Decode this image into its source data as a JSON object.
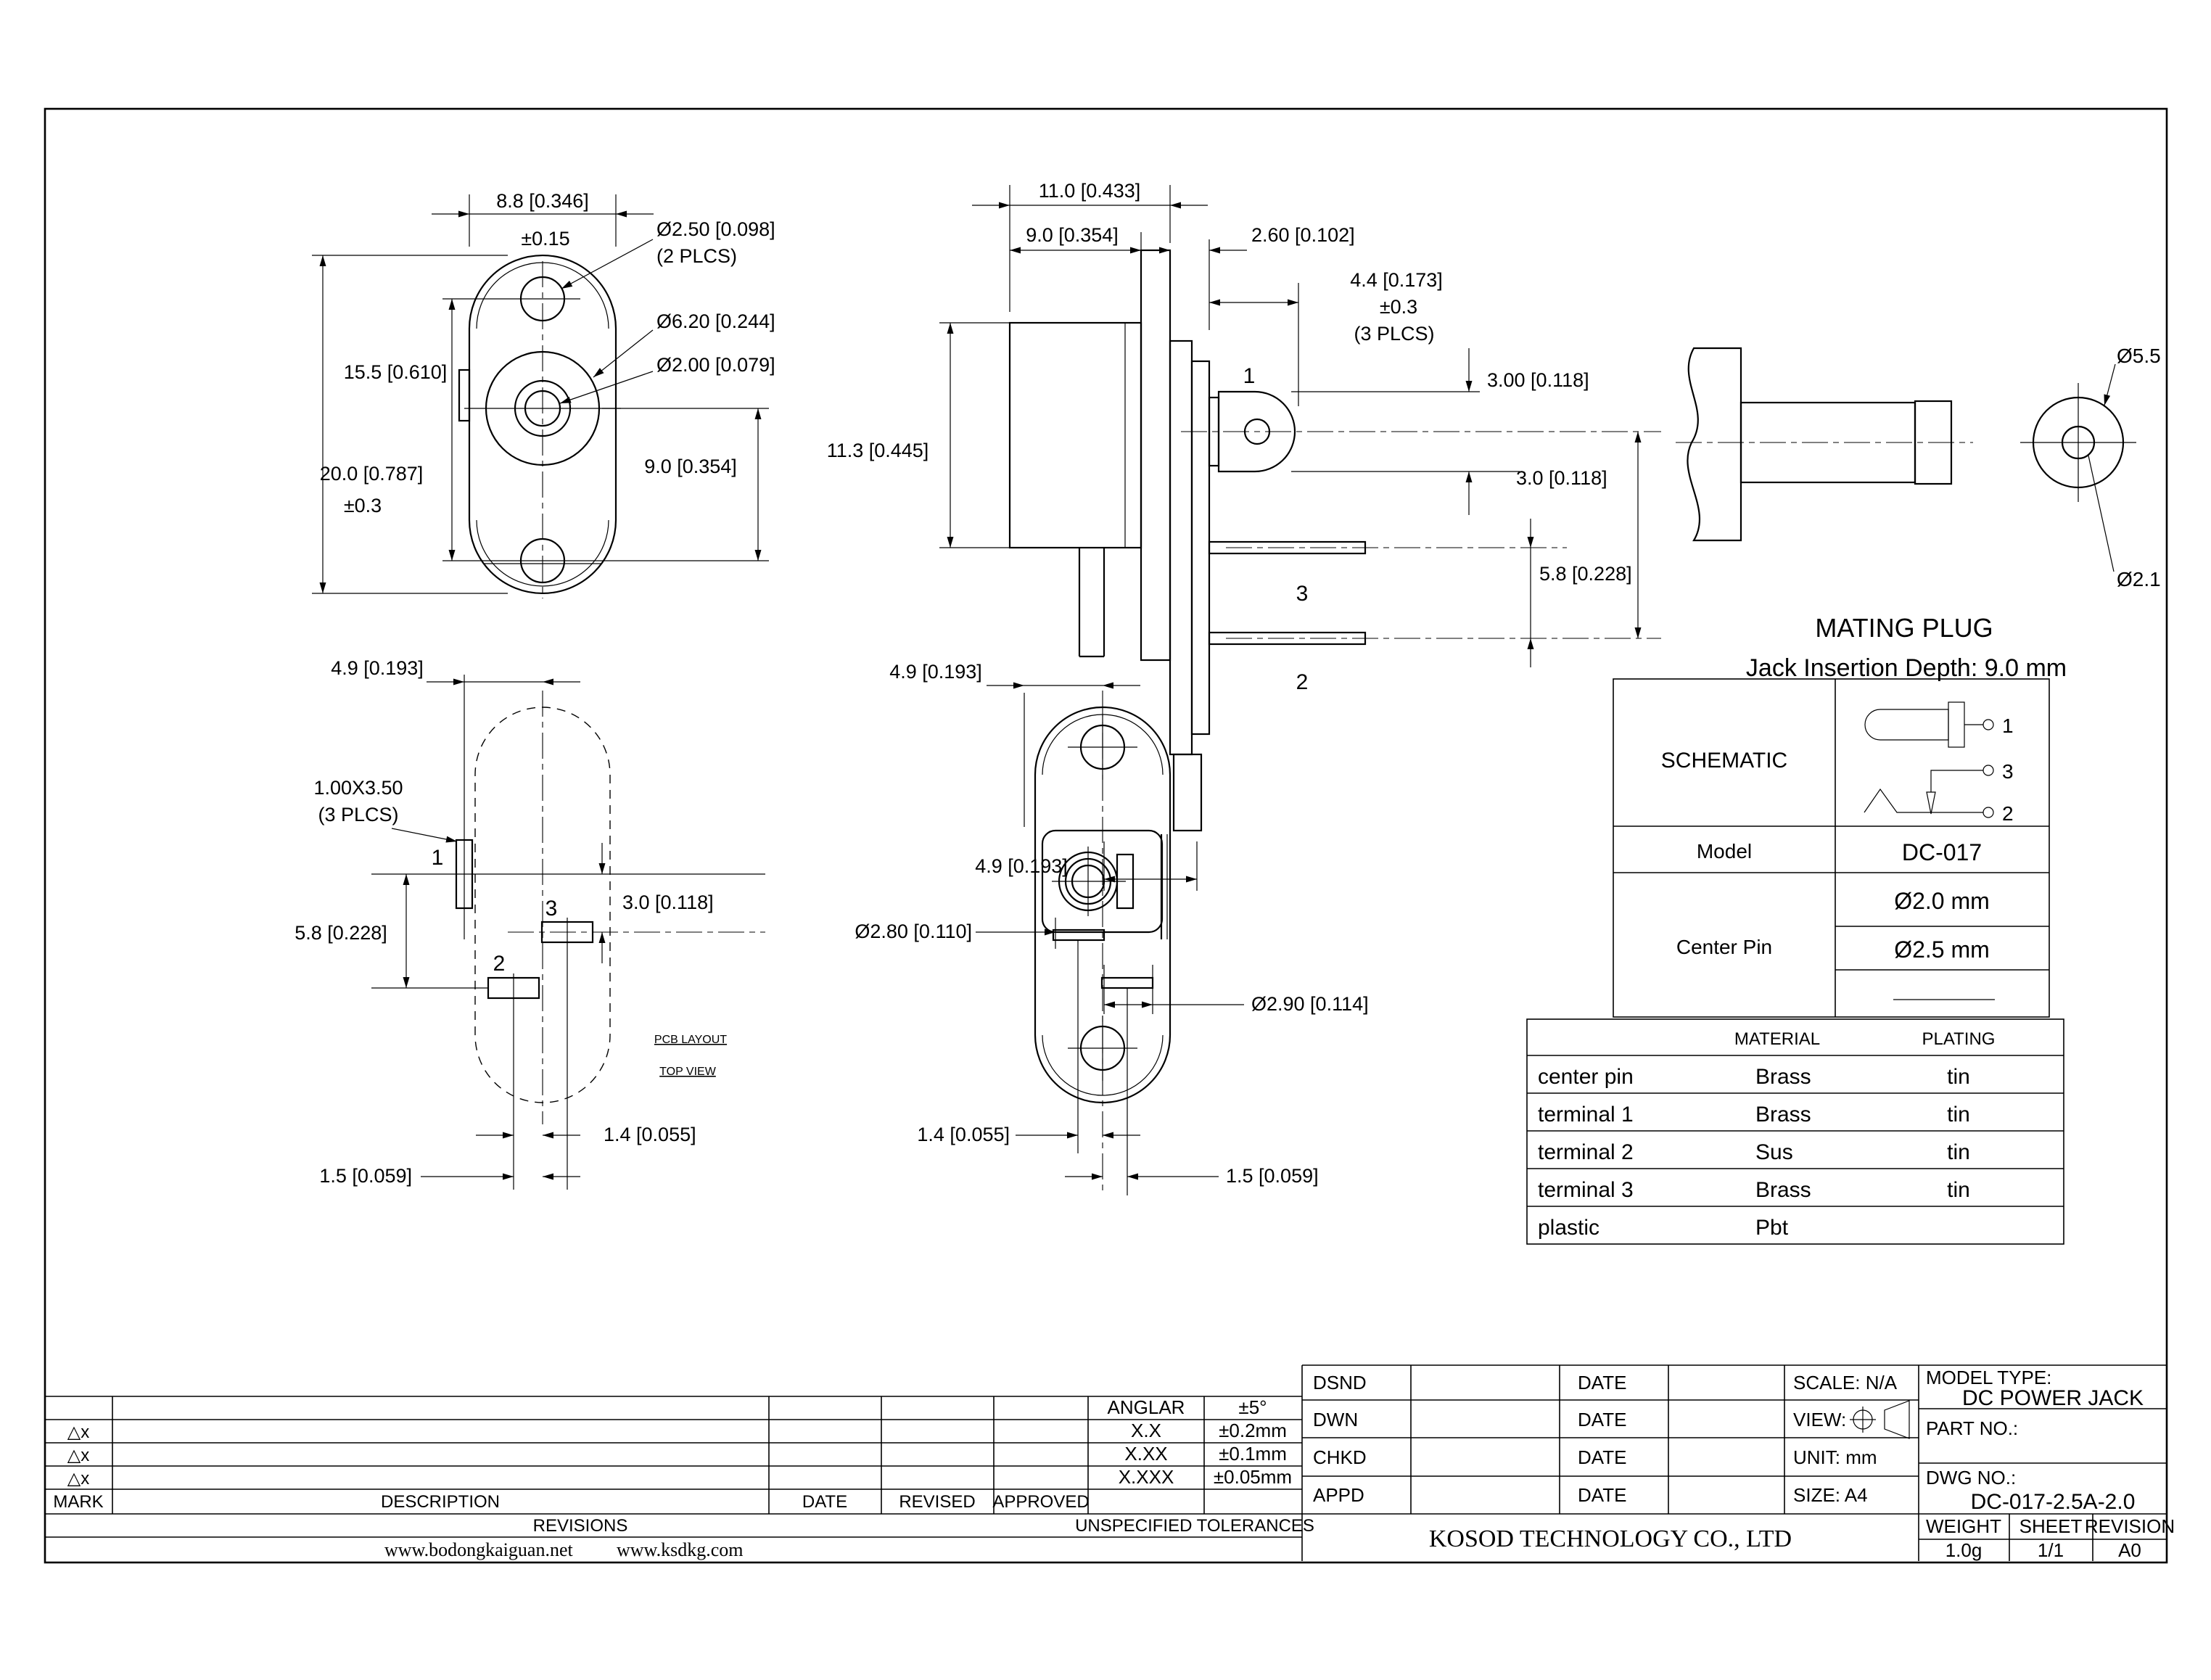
{
  "fv": {
    "dim_width": "8.8 [0.346]",
    "dim_width_tol": "±0.15",
    "dia_hole": "Ø2.50 [0.098]",
    "dia_hole_note": "(2 PLCS)",
    "dia_barrel": "Ø6.20 [0.244]",
    "dia_pin": "Ø2.00 [0.079]",
    "dim_hole_span": "15.5 [0.610]",
    "dim_height": "20.0 [0.787]",
    "dim_height_tol": "±0.3",
    "dim_axis_hole": "9.0 [0.354]"
  },
  "sv": {
    "dim_total_w": "11.0 [0.433]",
    "dim_body_w": "9.0 [0.354]",
    "dim_flange_w": "2.60 [0.102]",
    "dim_term_len": "4.4 [0.173]",
    "dim_term_tol": "±0.3",
    "dim_term_note": "(3 PLCS)",
    "dim_lug_up": "3.00 [0.118]",
    "dim_lug_dn": "3.0 [0.118]",
    "dim_pin_span": "5.8 [0.228]",
    "dim_height": "11.3 [0.445]",
    "dim_peg": "4.9 [0.193]",
    "pin1": "1",
    "pin2": "2",
    "pin3": "3"
  },
  "mp": {
    "dia_outer": "Ø5.5",
    "dia_inner": "Ø2.1",
    "title": "MATING PLUG",
    "subtitle": "Jack Insertion Depth: 9.0 mm"
  },
  "pcb": {
    "dim_offset": "4.9 [0.193]",
    "pad_size": "1.00X3.50",
    "pad_note": "(3 PLCS)",
    "dim_v": "5.8 [0.228]",
    "dim_h": "3.0 [0.118]",
    "dim_left": "1.5 [0.059]",
    "dim_right": "1.4 [0.055]",
    "pin1": "1",
    "pin2": "2",
    "pin3": "3",
    "cap1": "PCB LAYOUT",
    "cap2": "TOP VIEW"
  },
  "bv": {
    "dim_offset": "4.9 [0.193]",
    "dia_a": "Ø2.80 [0.110]",
    "dia_b": "Ø2.90 [0.114]",
    "dim_left": "1.4 [0.055]",
    "dim_right": "1.5 [0.059]"
  },
  "spec": {
    "schematic": "SCHEMATIC",
    "model_label": "Model",
    "model": "DC-017",
    "center_pin": "Center Pin",
    "pin_a": "Ø2.0 mm",
    "pin_b": "Ø2.5 mm",
    "p1": "1",
    "p2": "2",
    "p3": "3"
  },
  "mat": {
    "h_material": "MATERIAL",
    "h_plating": "PLATING",
    "rows": [
      [
        "center pin",
        "Brass",
        "tin"
      ],
      [
        "terminal 1",
        "Brass",
        "tin"
      ],
      [
        "terminal 2",
        "Sus",
        "tin"
      ],
      [
        "terminal 3",
        "Brass",
        "tin"
      ],
      [
        "plastic",
        "Pbt",
        ""
      ]
    ]
  },
  "tb": {
    "rows": [
      {
        "label": "DSND",
        "date": "DATE"
      },
      {
        "label": "DWN",
        "date": "DATE"
      },
      {
        "label": "CHKD",
        "date": "DATE"
      },
      {
        "label": "APPD",
        "date": "DATE"
      }
    ],
    "scale": "SCALE: N/A",
    "view": "VIEW:",
    "unit": "UNIT: mm",
    "size": "SIZE: A4",
    "model_type_label": "MODEL TYPE:",
    "model_type": "DC POWER JACK",
    "part_no_label": "PART NO.:",
    "dwg_no_label": "DWG NO.:",
    "dwg_no": "DC-017-2.5A-2.0",
    "weight_label": "WEIGHT",
    "sheet_label": "SHEET",
    "revision_label": "REVISION",
    "weight": "1.0g",
    "sheet": "1/1",
    "revision": "A0",
    "company": "KOSOD TECHNOLOGY CO., LTD",
    "web1": "www.bodongkaiguan.net",
    "web2": "www.ksdkg.com",
    "mark": "MARK",
    "description": "DESCRIPTION",
    "revisions": "REVISIONS",
    "date": "DATE",
    "revised": "REVISED",
    "approved": "APPROVED",
    "mark_sym": "△x",
    "tol": [
      [
        "ANGLAR",
        "±5°"
      ],
      [
        "X.X",
        "±0.2mm"
      ],
      [
        "X.XX",
        "±0.1mm"
      ],
      [
        "X.XXX",
        "±0.05mm"
      ]
    ],
    "unspecified": "UNSPECIFIED TOLERANCES"
  }
}
